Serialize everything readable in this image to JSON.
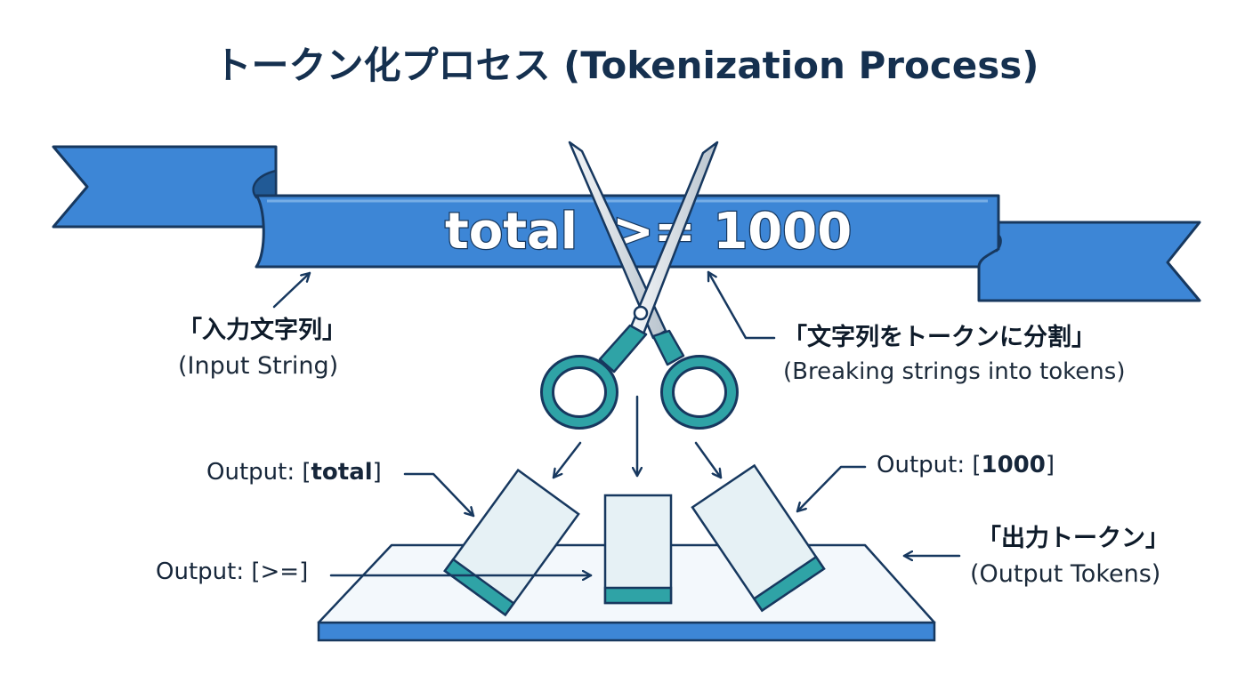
{
  "title": "トークン化プロセス (Tokenization Process)",
  "ribbon": {
    "text": "total  >= 1000"
  },
  "labels": {
    "input_jp": "「入力文字列」",
    "input_en": "(Input String)",
    "split_jp": "「文字列をトークンに分割」",
    "split_en": "(Breaking strings into tokens)",
    "output_tokens_jp": "「出力トークン」",
    "output_tokens_en": "(Output Tokens)"
  },
  "outputs": [
    {
      "prefix": "Output: [",
      "token": "total",
      "suffix": "]"
    },
    {
      "prefix": "Output: [",
      "token": ">=",
      "suffix": "]"
    },
    {
      "prefix": "Output: [",
      "token": "1000",
      "suffix": "]"
    }
  ],
  "colors": {
    "ribbon_blue": "#3d86d6",
    "outline": "#17385f",
    "teal": "#2fa3a6",
    "card_fill": "#e6f1f5",
    "tray_fill": "#f3f8fc"
  },
  "icons": [
    "scissors-icon",
    "arrow-icon"
  ]
}
